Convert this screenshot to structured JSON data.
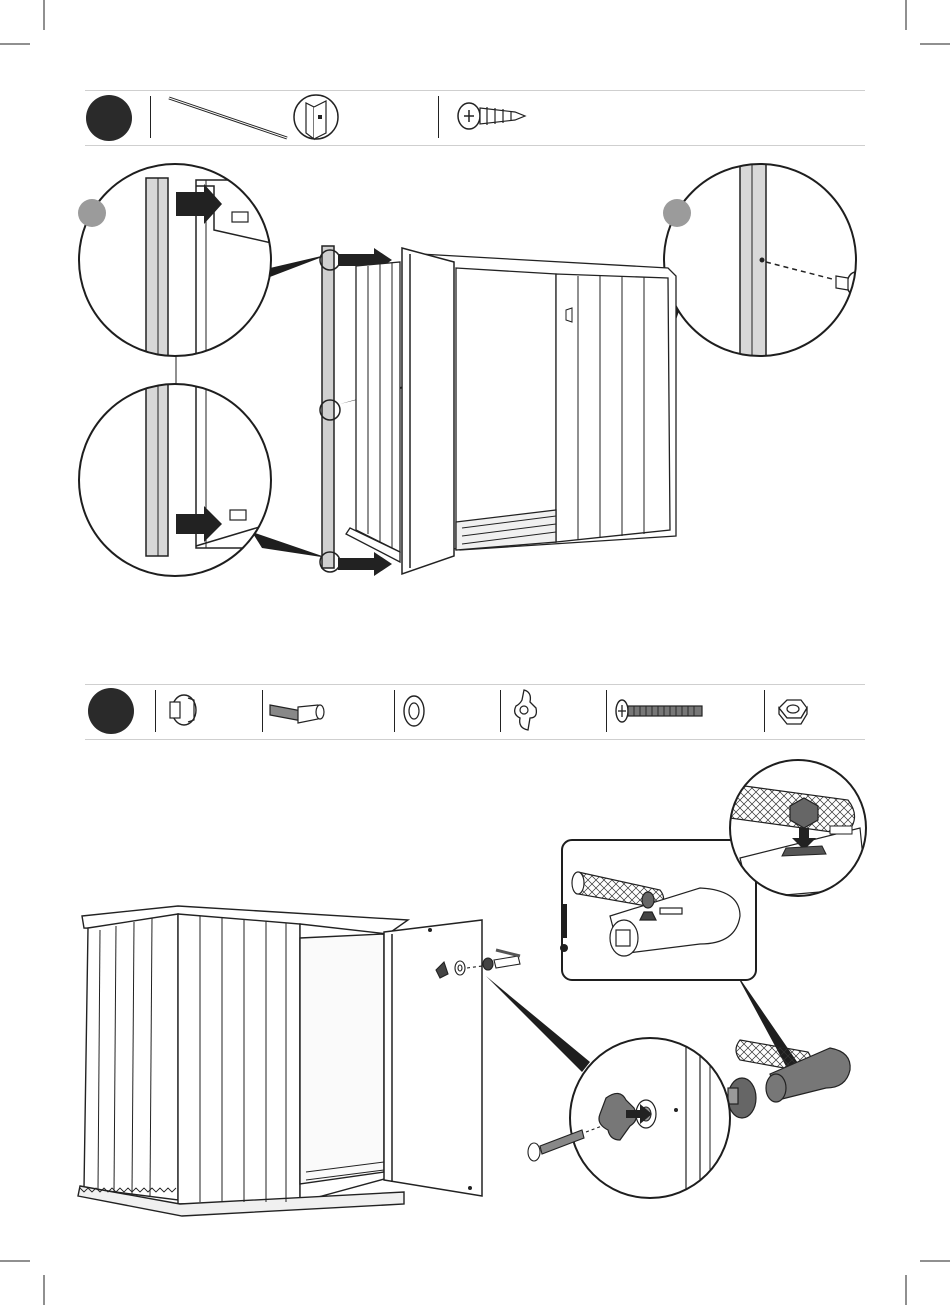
{
  "document": {
    "kind": "assembly-instructions",
    "steps": [
      {
        "id": "step-a",
        "number": "",
        "parts": [
          {
            "name": "metal-rod",
            "icon": "rod-icon"
          },
          {
            "name": "hinge-slot-detail",
            "icon": "hinge-detail-icon"
          },
          {
            "name": "screw",
            "icon": "screw-icon"
          }
        ],
        "callouts": [
          "",
          ""
        ]
      },
      {
        "id": "step-b",
        "number": "",
        "parts": [
          {
            "name": "knob-cap",
            "icon": "knob-cap-icon"
          },
          {
            "name": "latch-bolt",
            "icon": "latch-bolt-icon"
          },
          {
            "name": "washer",
            "icon": "washer-icon"
          },
          {
            "name": "wing-nut",
            "icon": "wing-nut-icon"
          },
          {
            "name": "long-bolt",
            "icon": "long-bolt-icon"
          },
          {
            "name": "hex-nut",
            "icon": "hex-nut-icon"
          }
        ],
        "warning": "!"
      }
    ]
  },
  "colors": {
    "ink": "#1e1e1e",
    "step_dot": "#2a2a2a",
    "callout_dot": "#9b9b9b",
    "rule": "#cfcfcf",
    "panel_fill": "#f4f4f4",
    "dark_part": "#555555"
  }
}
